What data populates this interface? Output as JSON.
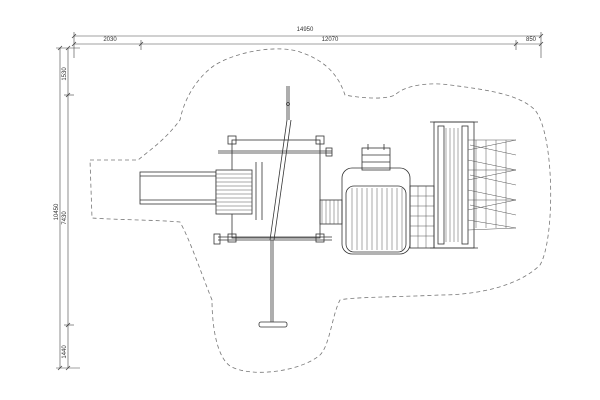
{
  "dimensions": {
    "overall_width": "14950",
    "segment_left": "2030",
    "segment_middle": "12070",
    "segment_right": "850",
    "overall_height": "10450",
    "segment_top": "1530",
    "segment_middle_vertical": "7430",
    "segment_bottom": "1440"
  },
  "colors": {
    "line": "#333333",
    "safety_zone": "#777777",
    "background": "#ffffff"
  }
}
